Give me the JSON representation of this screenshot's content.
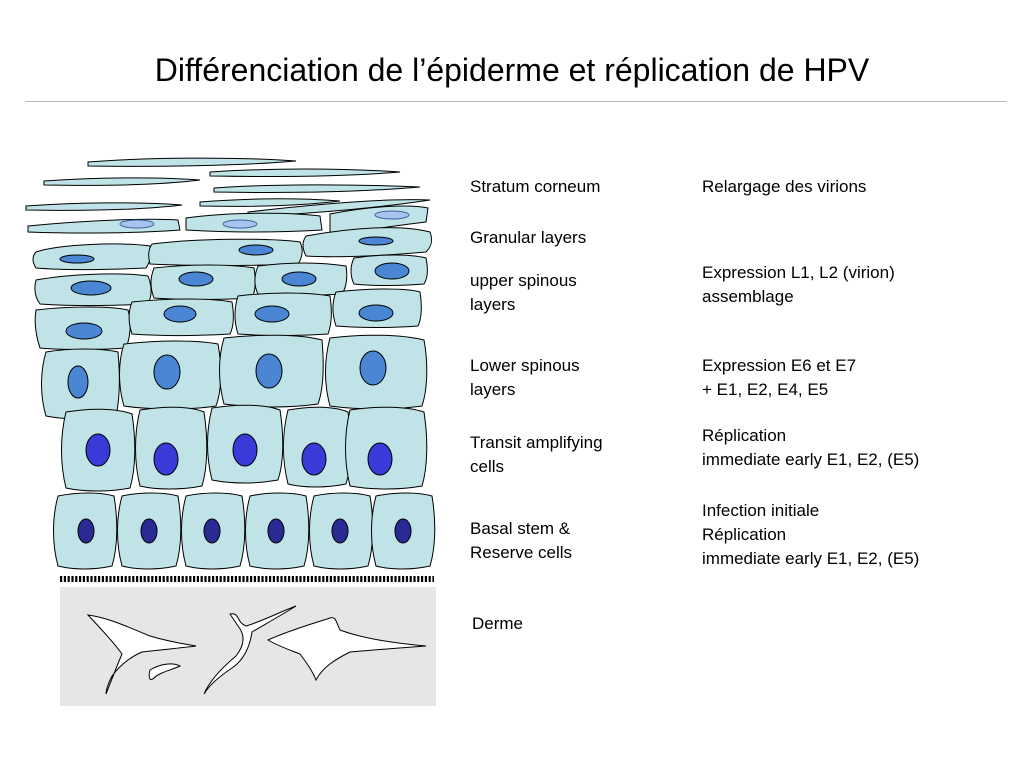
{
  "slide": {
    "title": "Différenciation de l’épiderme et réplication de HPV"
  },
  "colors": {
    "cell_fill": "#bfe3e6",
    "nucleus_light": "#4a86d4",
    "nucleus_mid": "#3a3ad8",
    "nucleus_dark": "#2a2a94",
    "dermis": "#e6e6e6"
  },
  "layers": [
    {
      "name": "Stratum corneum",
      "event": "Relargage des virions"
    },
    {
      "name": "Granular layers",
      "event": ""
    },
    {
      "name": "upper spinous\nlayers",
      "event": "Expression L1, L2 (virion)\nassemblage"
    },
    {
      "name": "Lower spinous\nlayers",
      "event": "Expression E6 et E7\n+  E1, E2, E4, E5"
    },
    {
      "name": "Transit amplifying\ncells",
      "event": "Réplication\nimmediate early E1, E2, (E5)"
    },
    {
      "name": "Basal stem &\nReserve cells",
      "event": "Infection initiale\nRéplication\nimmediate early E1, E2, (E5)"
    },
    {
      "name": "Derme",
      "event": ""
    }
  ]
}
